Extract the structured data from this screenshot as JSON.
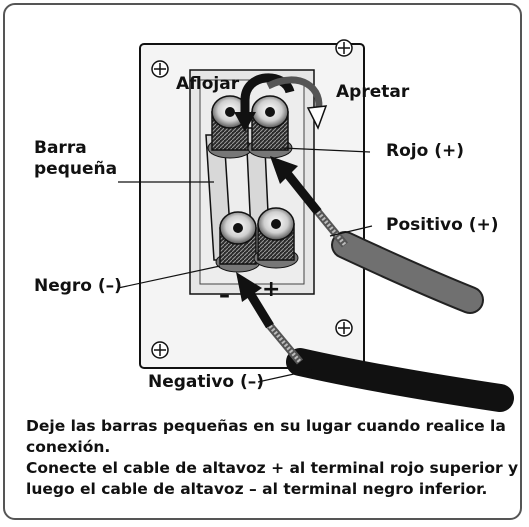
{
  "labels": {
    "loosen": "Aflojar",
    "tighten": "Apretar",
    "small_bar": "Barra\npequeña",
    "red": "Rojo (+)",
    "positive": "Positivo (+)",
    "black": "Negro (–)",
    "negative": "Negativo (–)",
    "minus_sign": "–",
    "plus_sign": "+"
  },
  "caption": {
    "line1": "Deje las barras pequeñas en su lugar cuando realice la conexión.",
    "line2": "Conecte el cable de altavoz + al terminal rojo superior y luego el cable de altavoz – al terminal negro inferior."
  },
  "colors": {
    "frame": "#555555",
    "plate": "#f2f2f2",
    "cable_dark": "#1a1a1a",
    "cable_gray": "#6e6e6e",
    "text": "#111111"
  }
}
